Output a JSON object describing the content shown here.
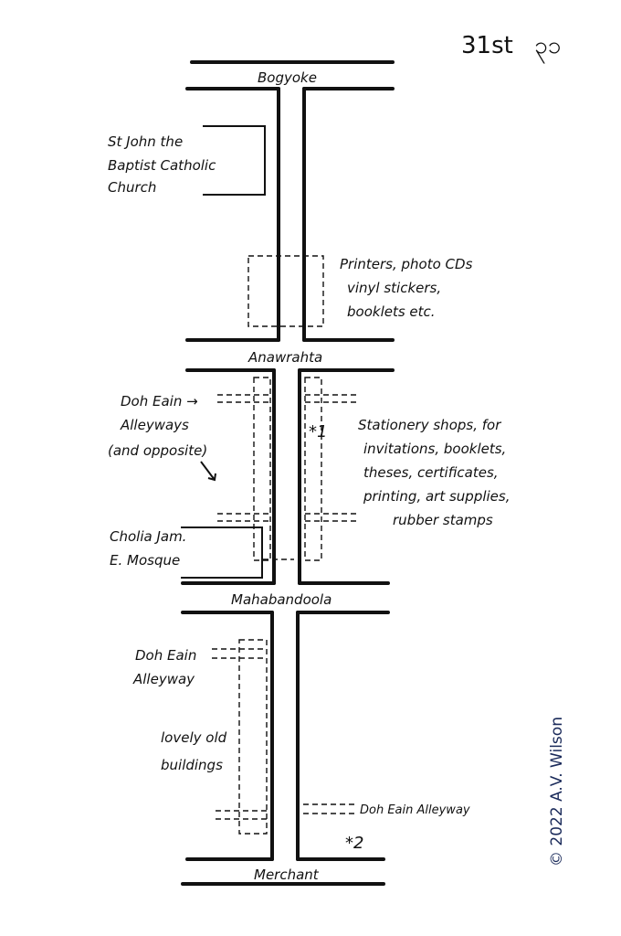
{
  "title": "31st ၃၁",
  "title_main": "31st",
  "title_burmese": "၃၁",
  "streets": {
    "bogyoke": "Bogyoke",
    "anawrahta": "Anawrahta",
    "mahabandoola": "Mahabandoola",
    "merchant": "Merchant"
  },
  "labels": {
    "church": [
      "St John the",
      "Baptist Catholic",
      "Church"
    ],
    "printers": [
      "Printers, photo CDs",
      "vinyl stickers,",
      "booklets etc."
    ],
    "doh_eain_1": [
      "Doh Eain →",
      "Alleyways",
      "(and opposite)"
    ],
    "stationery": [
      "Stationery shops, for",
      "invitations, booklets,",
      "theses, certificates,",
      "printing, art supplies,",
      "rubber stamps"
    ],
    "mosque": [
      "Cholia Jam.",
      "E. Mosque"
    ],
    "doh_eain_2": [
      "Doh Eain",
      "Alleyway"
    ],
    "old_buildings": [
      "lovely old",
      "buildings"
    ],
    "doh_eain_3": "Doh Eain Alleyway",
    "marker_1": "*1",
    "marker_2": "*2"
  },
  "credit": "© 2022 A.V. Wilson",
  "colors": {
    "ink": "#111111",
    "credit": "#1a2a5a"
  }
}
